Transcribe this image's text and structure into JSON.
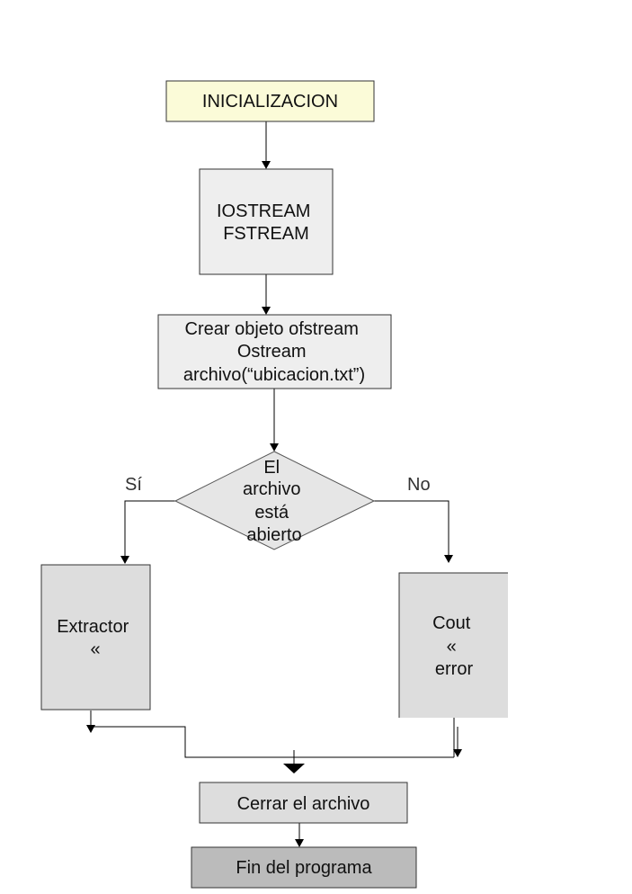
{
  "nodes": {
    "inicializacion": {
      "lines": [
        "INICIALIZACION"
      ],
      "fill": "#fbfbd8"
    },
    "includes": {
      "lines": [
        "IOSTREAM",
        "FSTREAM"
      ],
      "fill": "#eeeeee"
    },
    "crear_objeto": {
      "lines": [
        "Crear objeto ofstream",
        "Ostream",
        "archivo(“ubicacion.txt”)"
      ],
      "fill": "#eeeeee"
    },
    "decision": {
      "lines": [
        "El",
        "archivo",
        "está",
        "abierto"
      ],
      "fill": "#e6e6e6"
    },
    "extractor": {
      "lines": [
        "Extractor",
        "«"
      ],
      "fill": "#dddddd"
    },
    "cout_error": {
      "lines": [
        "Cout",
        "«",
        "error"
      ],
      "fill": "#dddddd"
    },
    "cerrar": {
      "lines": [
        "Cerrar el archivo"
      ],
      "fill": "#dddddd"
    },
    "fin": {
      "lines": [
        "Fin del programa"
      ],
      "fill": "#bbbbbb"
    }
  },
  "edge_labels": {
    "yes": "Sí",
    "no": "No"
  }
}
